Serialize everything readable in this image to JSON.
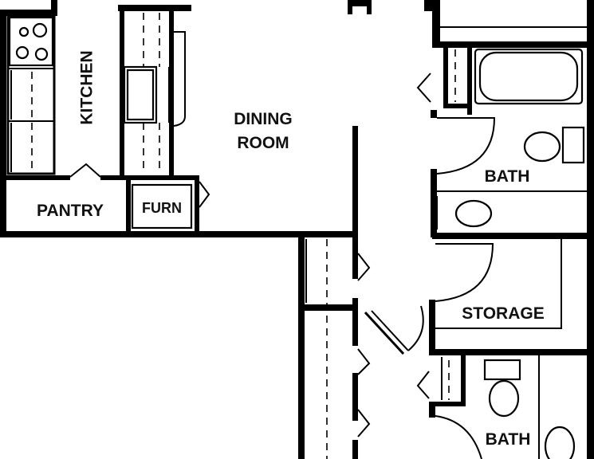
{
  "rooms": {
    "kitchen": "KITCHEN",
    "dining_line1": "DINING",
    "dining_line2": "ROOM",
    "pantry": "PANTRY",
    "furnace": "FURN",
    "bath_upper": "BATH",
    "storage": "STORAGE",
    "bath_lower": "BATH"
  },
  "colors": {
    "wall": "#000000",
    "background": "#ffffff",
    "text": "#111111"
  }
}
